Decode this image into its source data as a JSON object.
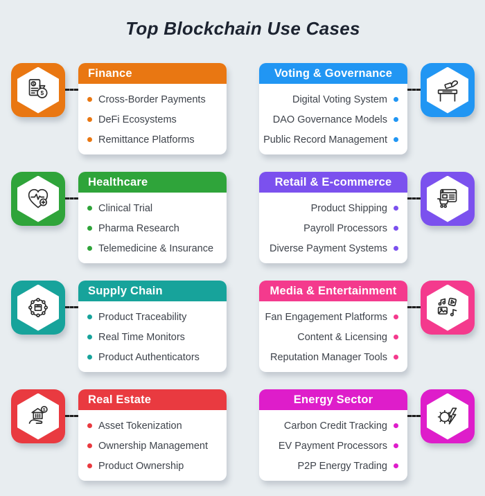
{
  "title": "Top Blockchain Use Cases",
  "theme": {
    "background": "#E8EDF0",
    "title_color": "#1C2330",
    "item_text_color": "#3E434B",
    "connector_color": "#1D1D1D",
    "card_background": "#FFFFFF"
  },
  "cards": [
    {
      "id": "finance",
      "title": "Finance",
      "accent": "#E97712",
      "side": "left",
      "icon": "document-money-icon",
      "items": [
        "Cross-Border Payments",
        "DeFi Ecosystems",
        "Remittance Platforms"
      ]
    },
    {
      "id": "voting-governance",
      "title": "Voting & Governance",
      "accent": "#2196F3",
      "side": "right",
      "icon": "ballot-box-icon",
      "items": [
        "Digital Voting System",
        "DAO Governance Models",
        "Public Record Management"
      ]
    },
    {
      "id": "healthcare",
      "title": "Healthcare",
      "accent": "#2FA43A",
      "side": "left",
      "icon": "heart-pulse-icon",
      "items": [
        "Clinical Trial",
        "Pharma Research",
        "Telemedicine & Insurance"
      ]
    },
    {
      "id": "retail-ecommerce",
      "title": "Retail & E-commerce",
      "accent": "#7B51EE",
      "side": "right",
      "icon": "shopping-cart-icon",
      "items": [
        "Product Shipping",
        "Payroll Processors",
        "Diverse Payment Systems"
      ]
    },
    {
      "id": "supply-chain",
      "title": "Supply Chain",
      "accent": "#17A39B",
      "side": "left",
      "icon": "network-box-icon",
      "items": [
        "Product Traceability",
        "Real Time Monitors",
        "Product Authenticators"
      ]
    },
    {
      "id": "media-entertainment",
      "title": "Media & Entertainment",
      "accent": "#F43A8D",
      "side": "right",
      "icon": "media-clips-icon",
      "items": [
        "Fan Engagement Platforms",
        "Content & Licensing",
        "Reputation Manager Tools"
      ]
    },
    {
      "id": "real-estate",
      "title": "Real Estate",
      "accent": "#E93A40",
      "side": "left",
      "icon": "house-hand-icon",
      "items": [
        "Asset Tokenization",
        "Ownership Management",
        "Product Ownership"
      ]
    },
    {
      "id": "energy-sector",
      "title": "Energy Sector",
      "accent": "#DE1DCA",
      "side": "right",
      "icon": "gear-lightning-icon",
      "items": [
        "Carbon Credit Tracking",
        "EV Payment Processors",
        "P2P Energy Trading"
      ]
    }
  ]
}
